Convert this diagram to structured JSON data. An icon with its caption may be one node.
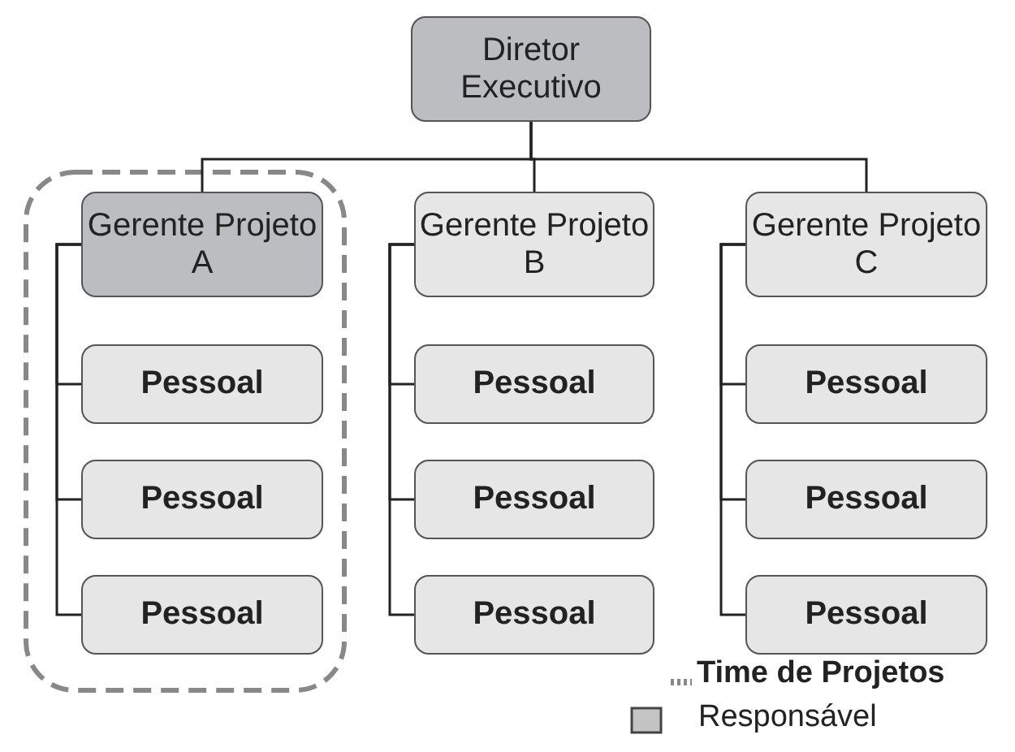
{
  "diagram": {
    "nodes": [
      {
        "text": [
          "Diretor Executivo"
        ]
      },
      {
        "text": [
          "Gerente Projeto A"
        ]
      },
      {
        "text": [
          "Pessoal"
        ]
      },
      {
        "text": [
          "Pessoal"
        ]
      },
      {
        "text": [
          "Pessoal"
        ]
      },
      {
        "text": [
          "Gerente Projeto B"
        ]
      },
      {
        "text": [
          "Pessoal"
        ]
      },
      {
        "text": [
          "Pessoal"
        ]
      },
      {
        "text": [
          "Pessoal"
        ]
      },
      {
        "text": [
          "Gerente Projeto C"
        ]
      },
      {
        "text": [
          "Pessoal"
        ]
      },
      {
        "text": [
          "Pessoal"
        ]
      },
      {
        "text": [
          "Pessoal"
        ]
      }
    ],
    "edges": [
      {
        "from": 0,
        "to": 1,
        "arrow": "none"
      },
      {
        "from": 0,
        "to": 5,
        "arrow": "none"
      },
      {
        "from": 0,
        "to": 9,
        "arrow": "none"
      },
      {
        "from": 1,
        "to": 2,
        "arrow": "none"
      },
      {
        "from": 1,
        "to": 3,
        "arrow": "none"
      },
      {
        "from": 1,
        "to": 4,
        "arrow": "none"
      },
      {
        "from": 5,
        "to": 6,
        "arrow": "none"
      },
      {
        "from": 5,
        "to": 7,
        "arrow": "none"
      },
      {
        "from": 5,
        "to": 8,
        "arrow": "none"
      },
      {
        "from": 9,
        "to": 10,
        "arrow": "none"
      },
      {
        "from": 9,
        "to": 11,
        "arrow": "none"
      },
      {
        "from": 9,
        "to": 12,
        "arrow": "none"
      }
    ],
    "legend": [
      {
        "text": "Time de Projetos"
      },
      {
        "text": "Responsável",
        "color": "#c4c4c4"
      }
    ]
  }
}
